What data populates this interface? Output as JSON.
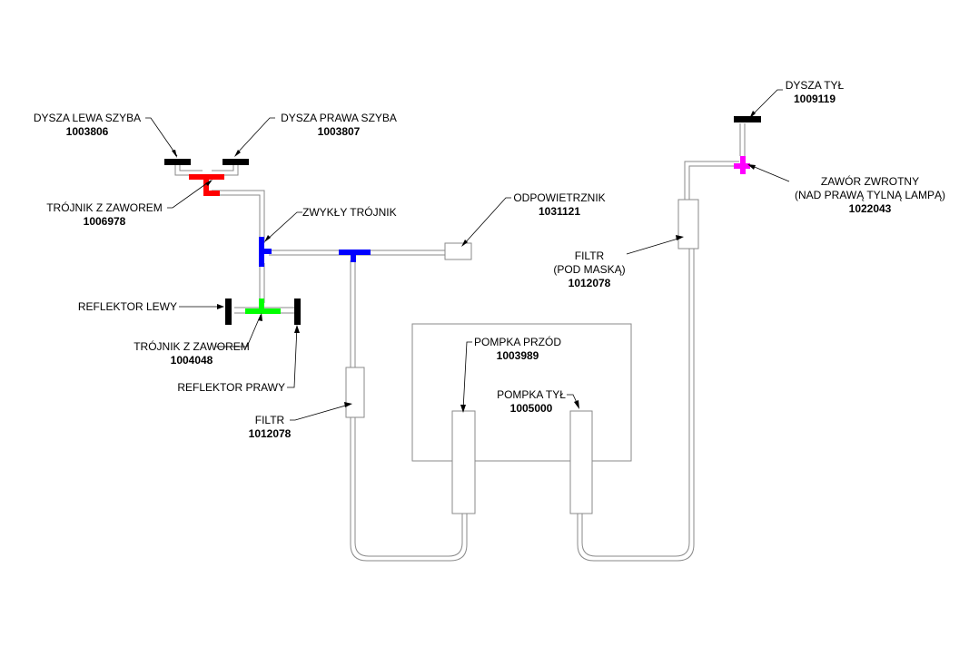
{
  "colors": {
    "pipe": "#8a8a8a",
    "nozzle": "#000000",
    "tee_valve_top": "#ff0000",
    "tee_plain": "#0000ff",
    "tee_valve_bottom": "#00ff00",
    "check_valve": "#ff00ff"
  },
  "labels": {
    "dysza_lewa": {
      "name": "DYSZA LEWA SZYBA",
      "code": "1003806"
    },
    "dysza_prawa": {
      "name": "DYSZA PRAWA SZYBA",
      "code": "1003807"
    },
    "trojnik_top": {
      "name": "TRÓJNIK Z ZAWOREM",
      "code": "1006978"
    },
    "zwykly_trojnik": {
      "name": "ZWYKŁY TRÓJNIK"
    },
    "odpowietrznik": {
      "name": "ODPOWIETRZNIK",
      "code": "1031121"
    },
    "reflektor_lewy": {
      "name": "REFLEKTOR LEWY"
    },
    "trojnik_bottom": {
      "name": "TRÓJNIK Z ZAWOREM",
      "code": "1004048"
    },
    "reflektor_prawy": {
      "name": "REFLEKTOR PRAWY"
    },
    "filtr_left": {
      "name": "FILTR",
      "code": "1012078"
    },
    "pompka_przod": {
      "name": "POMPKA PRZÓD",
      "code": "1003989"
    },
    "pompka_tyl": {
      "name": "POMPKA TYŁ",
      "code": "1005000"
    },
    "filtr_right": {
      "name": "FILTR",
      "sub": "(POD MASKĄ)",
      "code": "1012078"
    },
    "dysza_tyl": {
      "name": "DYSZA TYŁ",
      "code": "1009119"
    },
    "zawor_zwrotny": {
      "name": "ZAWÓR ZWROTNY",
      "sub": "(NAD PRAWĄ TYLNĄ LAMPĄ)",
      "code": "1022043"
    }
  }
}
